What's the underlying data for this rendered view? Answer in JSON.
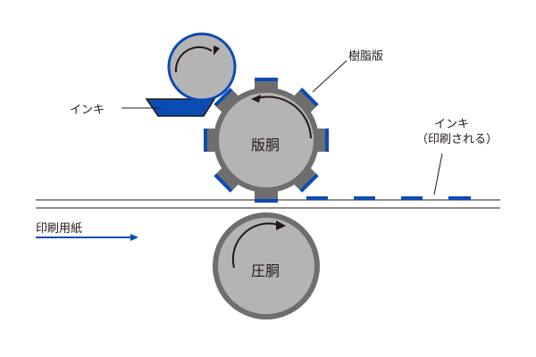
{
  "labels": {
    "ink": "インキ",
    "resin_plate": "樹脂版",
    "ink_printed_1": "インキ",
    "ink_printed_2": "（印刷される）",
    "plate_cylinder": "版胴",
    "impression_cylinder": "圧胴",
    "printing_paper": "印刷用紙"
  },
  "colors": {
    "blue": "#0A4BB4",
    "gray": "#B4B4B4",
    "dark_gray": "#6E6E6E"
  }
}
